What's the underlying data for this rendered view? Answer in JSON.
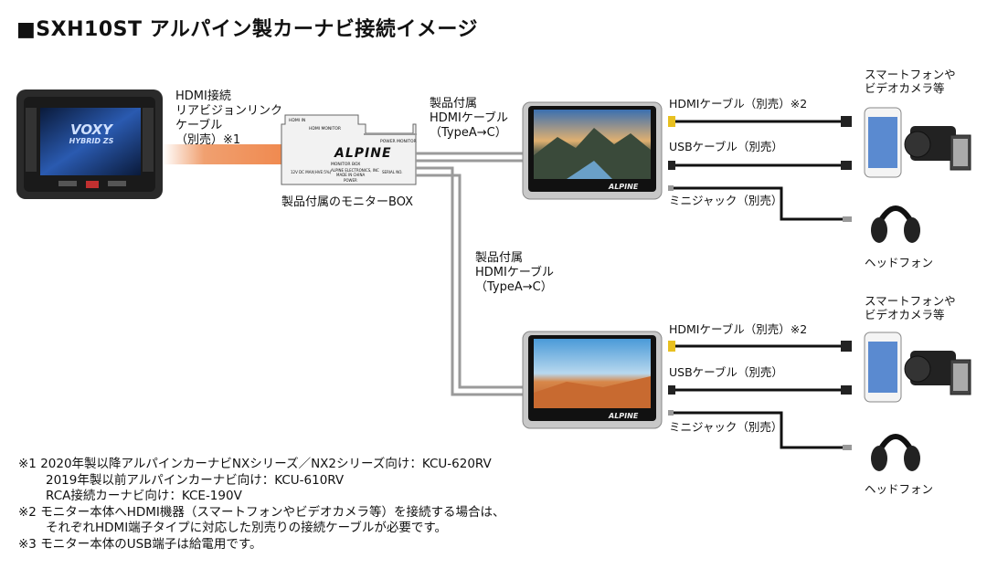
{
  "title": "■SXH10ST アルパイン製カーナビ接続イメージ",
  "car_nav": {
    "screen_text_line1": "VOXY",
    "screen_text_line2": "HYBRID ZS",
    "cable_label": [
      "HDMI接続",
      "リアビジョンリンク",
      "ケーブル",
      "（別売）※1"
    ]
  },
  "monitor_box": {
    "label": "製品付属のモニターBOX",
    "brand": "ALPINE",
    "port_hdmi_in": "HDMI IN",
    "port_hdmi_monitor": "HDMI MONITOR",
    "port_power_monitor": "POWER MONITOR",
    "box_name": "MONITOR BOX",
    "spec_left": "12V DC MAX(HVE:5%)",
    "spec_mid1": "ALPINE ELECTRONICS, INC",
    "spec_mid2": "MADE IN CHINA",
    "spec_right": "SERIAL NO.",
    "port_power": "POWER"
  },
  "cable1_label": [
    "製品付属",
    "HDMIケーブル",
    "（TypeA→C）"
  ],
  "cable2_label": [
    "製品付属",
    "HDMIケーブル",
    "（TypeA→C）"
  ],
  "monitors": [
    {
      "brand": "ALPINE",
      "hdmi_cable": "HDMIケーブル（別売）※2",
      "usb_cable": "USBケーブル（別売）",
      "mini_jack": "ミニジャック（別売）",
      "device_label": [
        "スマートフォンや",
        "ビデオカメラ等"
      ],
      "headphone_label": "ヘッドフォン"
    },
    {
      "brand": "ALPINE",
      "hdmi_cable": "HDMIケーブル（別売）※2",
      "usb_cable": "USBケーブル（別売）",
      "mini_jack": "ミニジャック（別売）",
      "device_label": [
        "スマートフォンや",
        "ビデオカメラ等"
      ],
      "headphone_label": "ヘッドフォン"
    }
  ],
  "notes": [
    "※1 2020年製以降アルパインカーナビNXシリーズ／NX2シリーズ向け：KCU-620RV",
    "2019年製以前アルパインカーナビ向け：KCU-610RV",
    "RCA接続カーナビ向け：KCE-190V",
    "※2 モニター本体へHDMI機器（スマートフォンやビデオカメラ等）を接続する場合は、",
    "それぞれHDMI端子タイプに対応した別売りの接続ケーブルが必要です。",
    "※3 モニター本体のUSB端子は給電用です。"
  ],
  "colors": {
    "hdmi_cable_orange": "#f0a070",
    "cable_gray": "#9a9a9a",
    "black_cable": "#111111",
    "hdmi_plug_yellow": "#e8c020"
  }
}
